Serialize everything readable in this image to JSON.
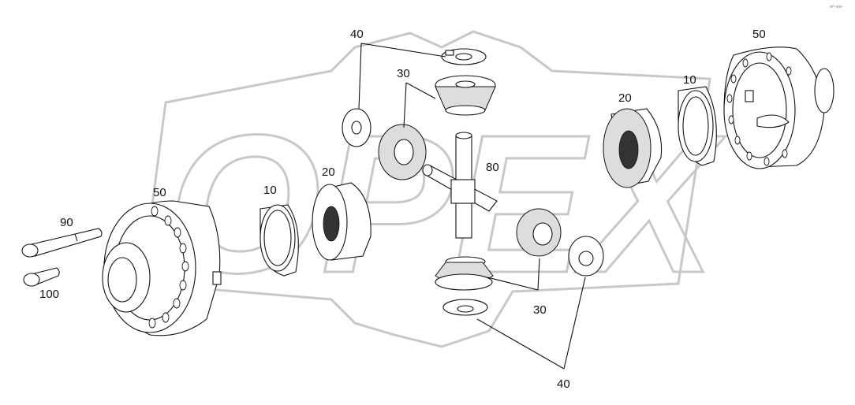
{
  "diagram": {
    "corner_code": "a²³ ooo",
    "watermark": "OPEX",
    "colors": {
      "line": "#111111",
      "watermark": "#c8c8c8",
      "background": "#ffffff"
    },
    "labels": {
      "washer_top": "40",
      "housing_right": "50",
      "gear_top": "30",
      "shim_right": "10",
      "side_gear_right": "20",
      "cross_shaft": "80",
      "side_gear_left": "20",
      "housing_left": "50",
      "shim_left": "10",
      "bolt_long": "90",
      "bolt_short": "100",
      "gear_bottom": "30",
      "washer_bottom": "40"
    }
  }
}
